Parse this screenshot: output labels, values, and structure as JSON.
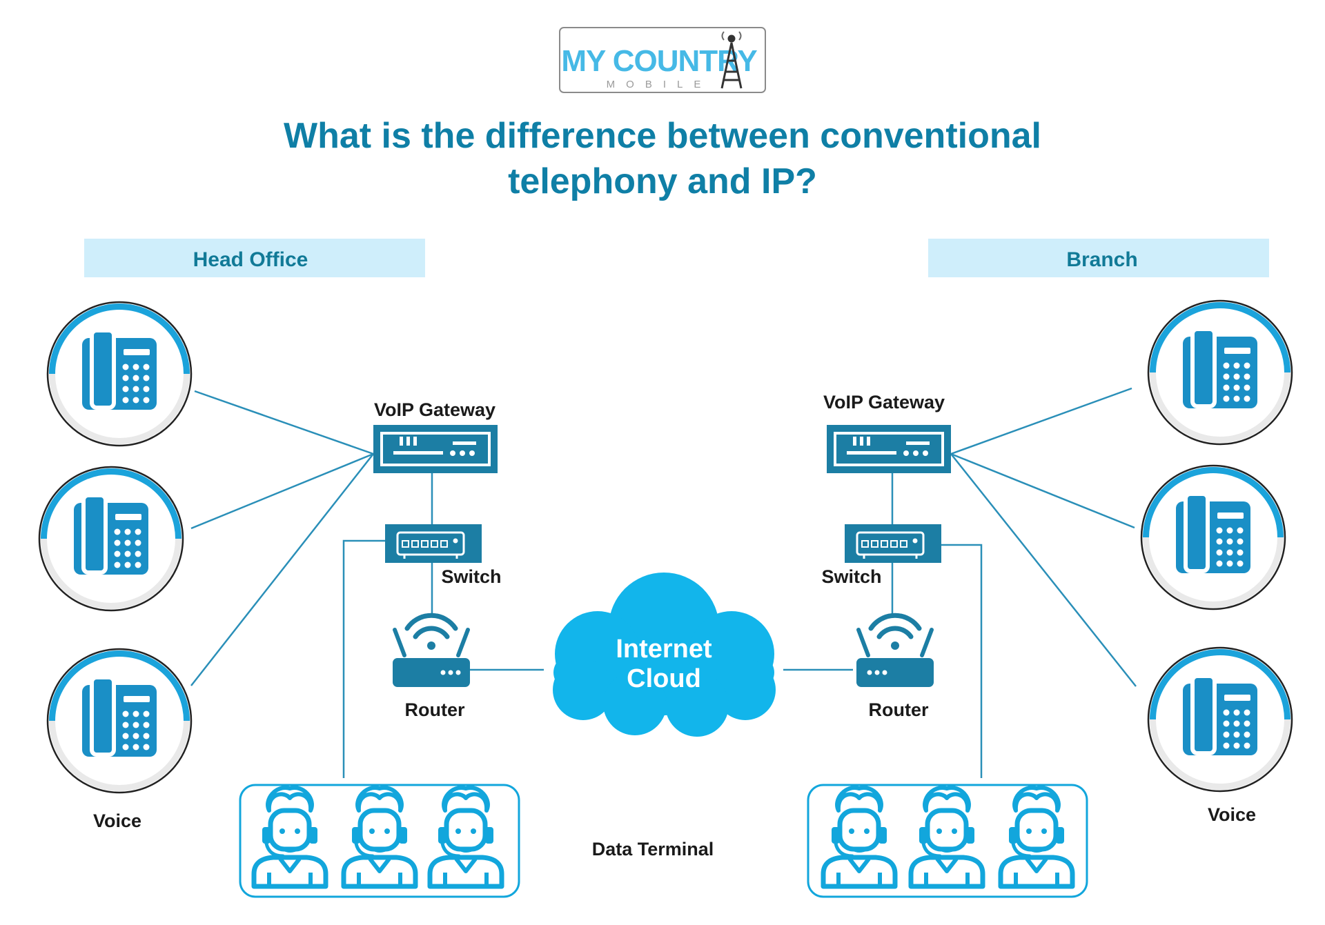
{
  "logo": {
    "line1": "MY COUNTRY",
    "line2": "MOBILE"
  },
  "title": {
    "line1": "What is the difference between conventional",
    "line2": "telephony and IP?"
  },
  "sites": {
    "left": {
      "label": "Head Office"
    },
    "right": {
      "label": "Branch"
    }
  },
  "labels": {
    "gateway": "VoIP Gateway",
    "switch": "Switch",
    "router": "Router",
    "voice": "Voice",
    "data_terminal": "Data Terminal",
    "cloud_line1": "Internet",
    "cloud_line2": "Cloud"
  },
  "colors": {
    "primary": "#1a8fc6",
    "title": "#0f7fa6",
    "banner_bg": "#cfeefb",
    "banner_text": "#117a97",
    "device": "#1c7ea4",
    "cloud": "#12b5eb",
    "line": "#2a8fb8"
  },
  "icons": [
    "desk-phone-icon",
    "voip-gateway-icon",
    "network-switch-icon",
    "wifi-router-icon",
    "cloud-icon",
    "agent-headset-icon"
  ]
}
